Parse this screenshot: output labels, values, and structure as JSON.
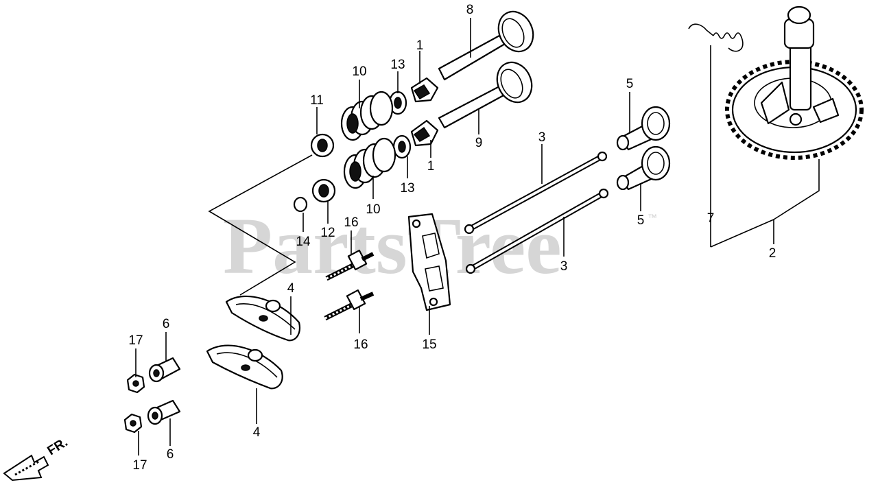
{
  "watermark": {
    "text": "PartsTree",
    "mark": "™"
  },
  "direction_label": "FR.",
  "callouts": [
    "8",
    "10",
    "13",
    "1",
    "11",
    "9",
    "5",
    "3",
    "1",
    "10",
    "13",
    "12",
    "14",
    "16",
    "3",
    "5",
    "7",
    "2",
    "4",
    "16",
    "15",
    "17",
    "6",
    "4",
    "17",
    "6"
  ]
}
